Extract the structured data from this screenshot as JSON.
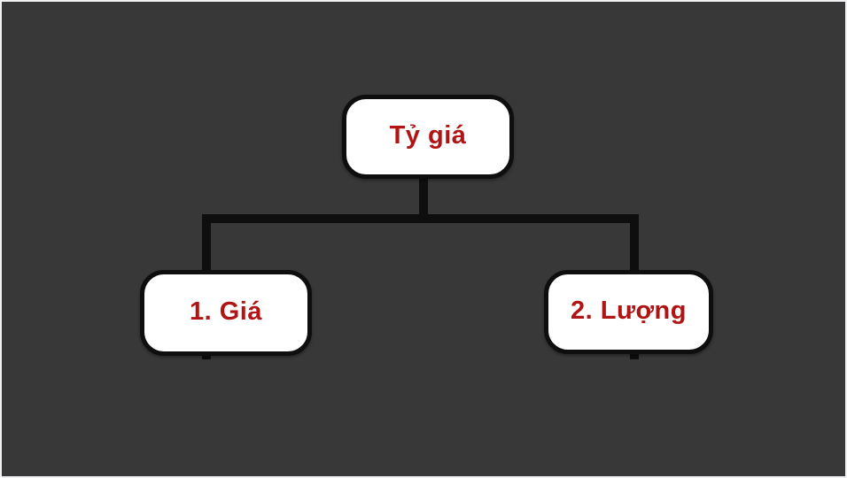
{
  "diagram": {
    "type": "tree",
    "nodes": {
      "root": {
        "label": "Tỷ giá"
      },
      "child_price": {
        "label": "1. Giá"
      },
      "child_quantity": {
        "label": "2. Lượng"
      }
    },
    "edges": [
      {
        "from": "root",
        "to": "child_price"
      },
      {
        "from": "root",
        "to": "child_quantity"
      }
    ],
    "colors": {
      "background": "#383838",
      "frame_border": "#f2f2f4",
      "node_fill": "#ffffff",
      "node_border": "#0e0e0e",
      "connector": "#0e0e0e",
      "label_text": "#b01414"
    }
  }
}
